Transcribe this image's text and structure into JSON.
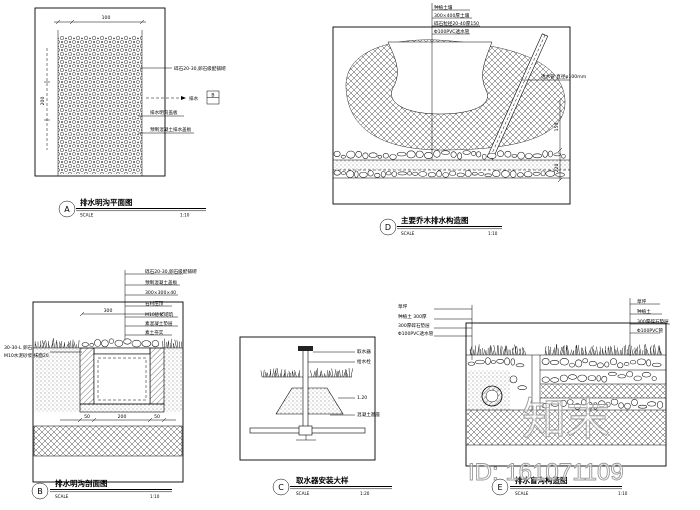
{
  "detail_a": {
    "marker": "A",
    "title": "排水明沟平面图",
    "scale_label": "SCALE",
    "scale": "1:10",
    "dim_top": "100",
    "dim_left": "200",
    "labels": [
      "碎石20-30,卵石级配铺砌",
      "排水",
      "排水明沟盖板",
      "预制混凝土排水盖板"
    ],
    "section_marker": "B"
  },
  "detail_d": {
    "marker": "D",
    "title": "主要乔木排水构造图",
    "scale_label": "SCALE",
    "scale": "1:10",
    "labels": [
      "种植土壤",
      "300×400厚土壤",
      "碎石粒径20-40厚150",
      "Φ100PVC透水管"
    ],
    "side_label": "透水管 直径φ100mm",
    "dims": [
      "150",
      "220"
    ]
  },
  "detail_b": {
    "marker": "B",
    "title": "排水明沟剖面图",
    "scale_label": "SCALE",
    "scale": "1:10",
    "labels": [
      "砾石20-30,卵石级配铺砌",
      "预制混凝土盖板",
      "300×300×40",
      "石材压顶",
      "M10砂浆砌筑",
      "素混凝土垫层",
      "素土夯实"
    ],
    "left_labels": [
      "30-30-L 卵石",
      "M10水泥砂浆 抹面20"
    ],
    "dim_top": "300",
    "dims_bottom": [
      "50",
      "200",
      "50"
    ]
  },
  "detail_c": {
    "marker": "C",
    "title": "取水器安装大样",
    "scale_label": "SCALE",
    "scale": "1:20",
    "labels": [
      "取水器",
      "给水栓",
      "1.20",
      "混凝土基座"
    ]
  },
  "detail_e": {
    "marker": "E",
    "title": "排水盲沟构造图",
    "scale_label": "SCALE",
    "scale": "1:10",
    "left_labels": [
      "草坪",
      "种植土 300厚",
      "300厚碎石垫层",
      "Φ100PVC透水管"
    ],
    "right_labels": [
      "草坪",
      "种植土",
      "300厚碎石垫层",
      "Φ100PVC管"
    ]
  },
  "watermark": {
    "brand": "知末",
    "id": "ID: 161071109"
  }
}
